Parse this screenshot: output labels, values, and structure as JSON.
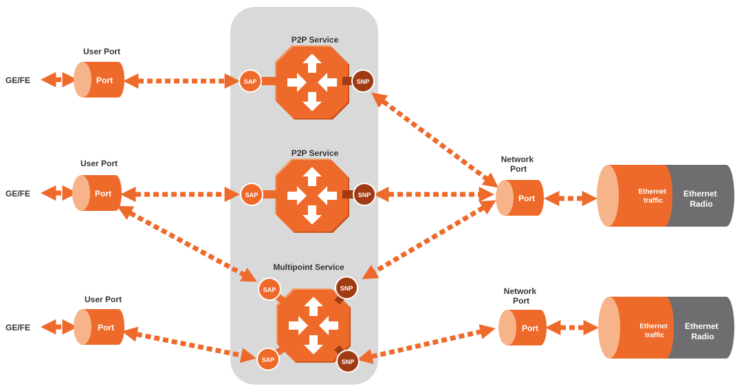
{
  "labels": {
    "ge_fe": "GE/FE",
    "user_port": "User Port",
    "port": "Port",
    "p2p_service": "P2P Service",
    "multipoint_service": "Multipoint Service",
    "sap": "SAP",
    "snp": "SNP",
    "network_port_line1": "Network",
    "network_port_line2": "Port",
    "ethernet_traffic_line1": "Ethernet",
    "ethernet_traffic_line2": "traffic",
    "ethernet_radio_line1": "Ethernet",
    "ethernet_radio_line2": "Radio"
  },
  "colors": {
    "orange": "#ee6a2b",
    "orange_light": "#f7b48a",
    "orange_dark": "#c9511b",
    "brown": "#a03c14",
    "gray_panel": "#d9d9d9",
    "gray_radio": "#6e6e70"
  },
  "icons": {
    "service": "router-octagon-icon",
    "port": "cylinder-port-icon",
    "radio": "cylinder-radio-icon"
  }
}
